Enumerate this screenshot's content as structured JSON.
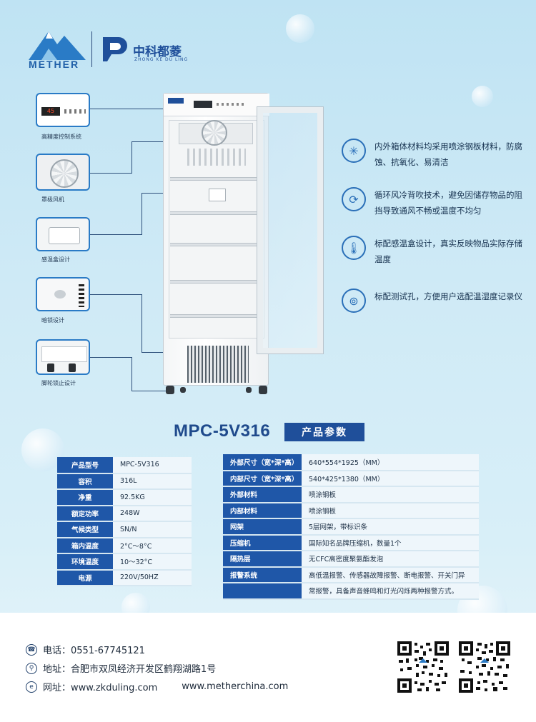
{
  "header": {
    "brand1": "METHER",
    "brand2_name": "中科都菱",
    "brand2_sub": "ZHONG KE DU LING"
  },
  "thumbnails": [
    {
      "label": "高精度控制系统",
      "display": "45"
    },
    {
      "label": "罩极风机"
    },
    {
      "label": "感温盒设计"
    },
    {
      "label": "暗锁设计"
    },
    {
      "label": "脚轮锁止设计"
    }
  ],
  "features": [
    {
      "icon": "spray-icon",
      "text": "内外箱体材料均采用喷涂钢板材料，防腐蚀、抗氧化、易清洁"
    },
    {
      "icon": "circulation-icon",
      "text": "循环风冷背吹技术，避免因储存物品的阻挡导致通风不畅或温度不均匀"
    },
    {
      "icon": "thermometer-icon",
      "text": "标配感温盒设计，真实反映物品实际存储温度"
    },
    {
      "icon": "test-port-icon",
      "text": "标配测试孔，方便用户选配温湿度记录仪"
    }
  ],
  "model": "MPC-5V316",
  "params_badge": "产品参数",
  "left_table": [
    {
      "k": "产品型号",
      "v": "MPC-5V316"
    },
    {
      "k": "容积",
      "v": "316L"
    },
    {
      "k": "净重",
      "v": "92.5KG"
    },
    {
      "k": "额定功率",
      "v": "248W"
    },
    {
      "k": "气候类型",
      "v": "SN/N"
    },
    {
      "k": "箱内温度",
      "v": "2°C～8°C"
    },
    {
      "k": "环境温度",
      "v": "10～32°C"
    },
    {
      "k": "电源",
      "v": "220V/50HZ"
    }
  ],
  "right_table": [
    {
      "k": "外部尺寸（宽*深*高）",
      "v": "640*554*1925（MM）"
    },
    {
      "k": "内部尺寸（宽*深*高）",
      "v": "540*425*1380（MM）"
    },
    {
      "k": "外部材料",
      "v": "喷涂钢板"
    },
    {
      "k": "内部材料",
      "v": "喷涂钢板"
    },
    {
      "k": "网架",
      "v": "5层网架，带标识条"
    },
    {
      "k": "压缩机",
      "v": "国际知名品牌压缩机，数量1个"
    },
    {
      "k": "隔热层",
      "v": "无CFC高密度聚氨酯发泡"
    },
    {
      "k": "报警系统",
      "v": "高低温报警、传感器故障报警、断电报警、开关门异"
    },
    {
      "k": "",
      "v": "常报警，具备声音蜂鸣和灯光闪烁两种报警方式。"
    }
  ],
  "footer": {
    "phone": "电话：0551-67745121",
    "address": "地址：合肥市双凤经济开发区鹤翔湖路1号",
    "website_label": "网址：www.zkduling.com",
    "website2": "www.metherchina.com"
  },
  "colors": {
    "primary": "#1f57a8",
    "cell_bg": "#eef6fb",
    "accent": "#2a7bc6"
  }
}
